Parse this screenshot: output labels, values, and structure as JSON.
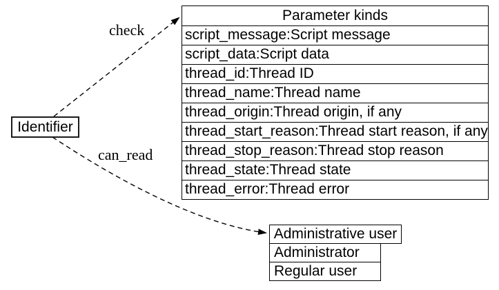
{
  "diagram": {
    "background_color": "#ffffff",
    "line_color": "#000000",
    "text_color": "#000000"
  },
  "nodes": {
    "identifier": {
      "label": "Identifier"
    },
    "parameter_kinds": {
      "title": "Parameter kinds",
      "rows": [
        "script_message:Script message",
        "script_data:Script data",
        "thread_id:Thread ID",
        "thread_name:Thread name",
        "thread_origin:Thread origin, if any",
        "thread_start_reason:Thread start reason, if any",
        "thread_stop_reason:Thread stop reason",
        "thread_state:Thread state",
        "thread_error:Thread error"
      ]
    },
    "admin_user": {
      "title": "Administrative user",
      "rows": [
        "Administrator",
        "Regular user"
      ]
    }
  },
  "edges": [
    {
      "label": "check",
      "from": "Identifier",
      "to": "Parameter kinds",
      "style": "dashed-arrow"
    },
    {
      "label": "can_read",
      "from": "Identifier",
      "to": "Administrative user",
      "style": "dashed-arrow"
    }
  ]
}
